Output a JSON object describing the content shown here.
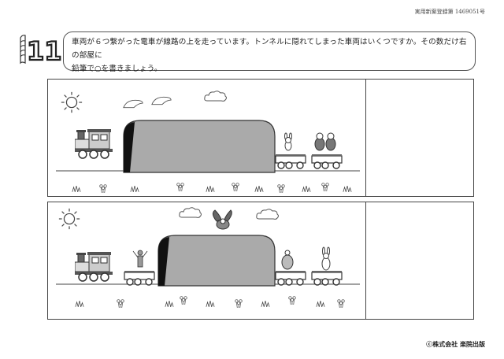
{
  "registration": "実用新案登録第 1469051号",
  "question_number": "11",
  "instruction_line1": "車両が６つ繋がった電車が線路の上を走っています。トンネルに隠れてしまった車両はいくつですか。その数だけ右の部屋に",
  "instruction_line2": "鉛筆で○を書きましょう。",
  "copyright": "ⓒ株式会社 楽院出版",
  "icons": [
    "sun-icon",
    "cloud-icon",
    "train-icon",
    "tunnel-icon",
    "bird-icon",
    "flower-icon",
    "grass-icon"
  ]
}
